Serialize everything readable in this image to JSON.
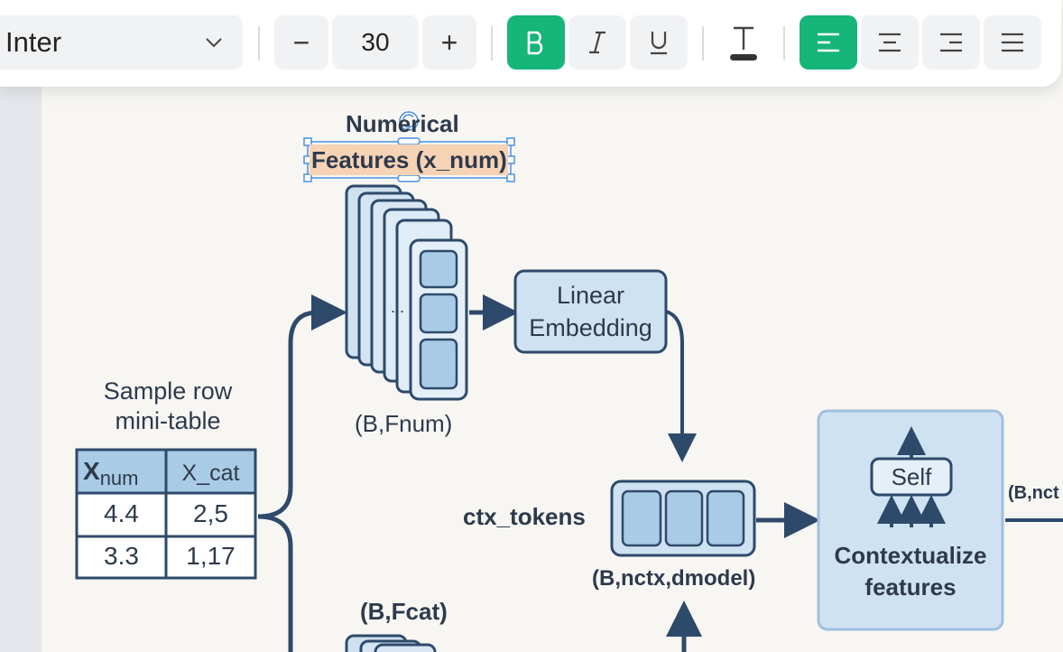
{
  "toolbar": {
    "font_family": "Inter",
    "font_size": "30",
    "decrease_label": "−",
    "increase_label": "+",
    "bold_active": true,
    "align_left_active": true,
    "accent_color": "#16b57a"
  },
  "diagram": {
    "selected_text": {
      "line1": "Numerical",
      "line2": "Features (x_num)"
    },
    "shape_num_dim": "(B,Fnum)",
    "ellipsis": "...",
    "linear_embedding": {
      "line1": "Linear",
      "line2": "Embedding"
    },
    "sample_title": {
      "line1": "Sample row",
      "line2": "mini-table"
    },
    "table": {
      "header_num_main": "X",
      "header_num_sub": "num",
      "header_cat": "X_cat",
      "rows": [
        [
          "4.4",
          "2,5"
        ],
        [
          "3.3",
          "1,17"
        ]
      ]
    },
    "ctx_tokens": "ctx_tokens",
    "ctx_dim": "(B,nctx,dmodel)",
    "self_label": "Self",
    "contextualize": {
      "line1": "Contextualize",
      "line2": "features"
    },
    "right_dim": "(B,nct",
    "shape_cat_dim": "(B,Fcat)"
  }
}
